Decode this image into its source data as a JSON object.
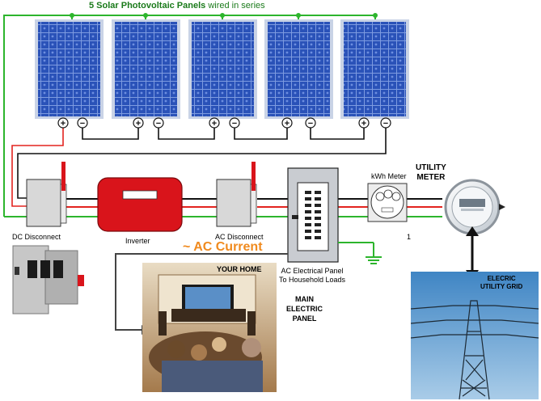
{
  "title": {
    "bold": "5 Solar Photovoltaic Panels",
    "normal": "wired in series"
  },
  "panels": {
    "count": 5,
    "terminals": [
      "+",
      "−"
    ]
  },
  "labels": {
    "dc_disconnect": "DC Disconnect",
    "inverter": "Inverter",
    "ac_disconnect": "AC Disconnect",
    "kwh_meter": "kWh Meter",
    "utility_meter": [
      "UTILITY",
      "METER"
    ],
    "ac_current": "~ AC Current",
    "your_home": "YOUR HOME",
    "ac_panel": [
      "AC Electrical Panel",
      "To Household Loads"
    ],
    "main_panel": [
      "MAIN",
      "ELECTRIC",
      "PANEL"
    ],
    "utility_grid": [
      "ELECRIC",
      "UTILITY GRID"
    ],
    "meter_small_mark": "1"
  },
  "colors": {
    "panel_blue": "#2a52b8",
    "panel_frame": "#c9d3e6",
    "wire_green": "#2db52d",
    "wire_red": "#e3231f",
    "wire_black": "#111111",
    "inverter_red": "#d9141b",
    "disconnect_gray": "#d8d8d8",
    "ac_current_orange": "#f08a1e",
    "sky_blue": "#5f9ed0"
  }
}
